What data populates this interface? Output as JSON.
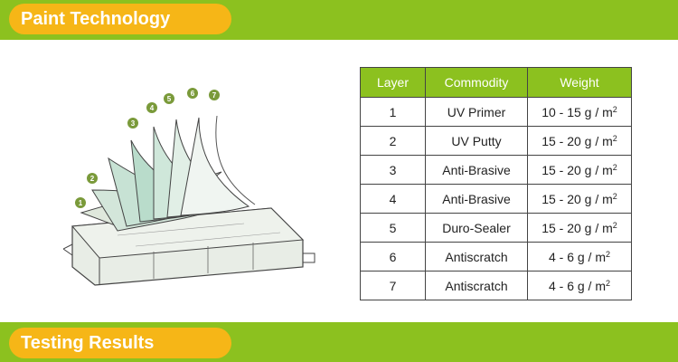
{
  "header": {
    "title": "Paint Technology"
  },
  "footer": {
    "title": "Testing Results"
  },
  "illustration": {
    "layer_numbers": [
      "1",
      "2",
      "3",
      "4",
      "5",
      "6",
      "7"
    ]
  },
  "table": {
    "headers": [
      "Layer",
      "Commodity",
      "Weight"
    ],
    "rows": [
      {
        "layer": "1",
        "commodity": "UV Primer",
        "weight": "10 - 15 g / m",
        "unit_exp": "2"
      },
      {
        "layer": "2",
        "commodity": "UV Putty",
        "weight": "15 - 20 g / m",
        "unit_exp": "2"
      },
      {
        "layer": "3",
        "commodity": "Anti-Brasive",
        "weight": "15 - 20 g / m",
        "unit_exp": "2"
      },
      {
        "layer": "4",
        "commodity": "Anti-Brasive",
        "weight": "15 - 20 g / m",
        "unit_exp": "2"
      },
      {
        "layer": "5",
        "commodity": "Duro-Sealer",
        "weight": "15 - 20 g / m",
        "unit_exp": "2"
      },
      {
        "layer": "6",
        "commodity": "Antiscratch",
        "weight": "4 - 6 g / m",
        "unit_exp": "2"
      },
      {
        "layer": "7",
        "commodity": "Antiscratch",
        "weight": "4 - 6 g / m",
        "unit_exp": "2"
      }
    ]
  },
  "colors": {
    "band": "#8cc11f",
    "pill": "#f6b617",
    "layer_circle": "#7a9a3a"
  }
}
